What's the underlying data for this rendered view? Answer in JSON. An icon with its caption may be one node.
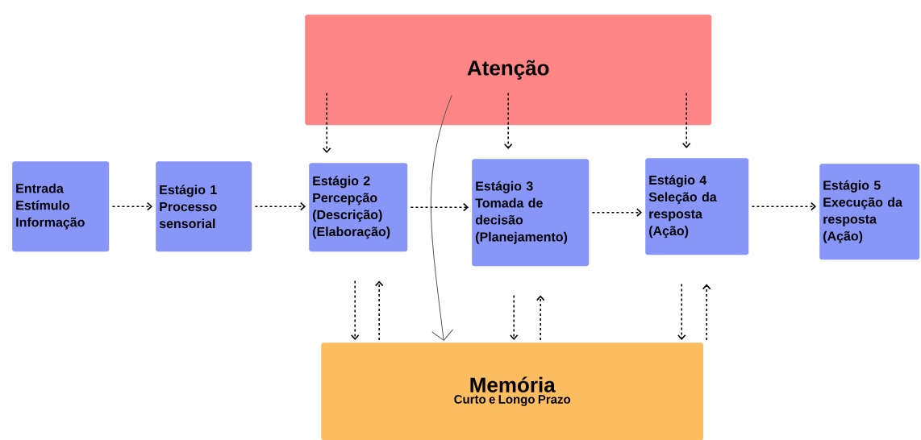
{
  "diagram": {
    "nodes": [
      {
        "text": [
          "Atenção"
        ]
      },
      {
        "text": [
          "Entrada",
          "Estímulo",
          "Informação"
        ]
      },
      {
        "text": [
          "Estágio 1",
          "Processo sensorial"
        ]
      },
      {
        "text": [
          "Estágio 2",
          "Percepção",
          "(Descrição)",
          "(Elaboração)"
        ]
      },
      {
        "text": [
          "Estágio 3",
          "Tomada de decisão",
          "(Planejamento)"
        ]
      },
      {
        "text": [
          "Estágio 4",
          "Seleção da resposta",
          "(Ação)"
        ]
      },
      {
        "text": [
          "Estágio 5",
          "Execução da resposta",
          "(Ação)"
        ]
      },
      {
        "text": [
          "Memória",
          "Curto e Longo Prazo"
        ]
      }
    ],
    "edges": [
      {
        "from": 1,
        "to": 2,
        "arrow": "to",
        "style": "dashed"
      },
      {
        "from": 2,
        "to": 3,
        "arrow": "to",
        "style": "dashed"
      },
      {
        "from": 3,
        "to": 4,
        "arrow": "to",
        "style": "dashed"
      },
      {
        "from": 4,
        "to": 5,
        "arrow": "to",
        "style": "dashed"
      },
      {
        "from": 5,
        "to": 6,
        "arrow": "to",
        "style": "dashed"
      },
      {
        "from": 0,
        "to": 3,
        "arrow": "to",
        "style": "dashed"
      },
      {
        "from": 0,
        "to": 4,
        "arrow": "to",
        "style": "dashed"
      },
      {
        "from": 0,
        "to": 5,
        "arrow": "to",
        "style": "dashed"
      },
      {
        "from": 0,
        "to": 7,
        "arrow": "to",
        "color": "#555555"
      },
      {
        "from": 3,
        "to": 7,
        "arrow": "to",
        "style": "dashed"
      },
      {
        "from": 7,
        "to": 3,
        "arrow": "to",
        "style": "dashed"
      },
      {
        "from": 4,
        "to": 7,
        "arrow": "to",
        "style": "dashed"
      },
      {
        "from": 7,
        "to": 4,
        "arrow": "to",
        "style": "dashed"
      },
      {
        "from": 5,
        "to": 7,
        "arrow": "to",
        "style": "dashed"
      },
      {
        "from": 7,
        "to": 5,
        "arrow": "to",
        "style": "dashed"
      }
    ]
  }
}
